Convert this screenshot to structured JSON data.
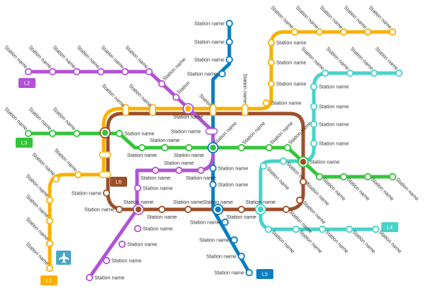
{
  "lines": [
    {
      "id": "L1",
      "label": "L1",
      "color": "#f9b000",
      "stations": [
        "Station name",
        "Station name",
        "Station name",
        "Station name",
        "Station name",
        "Station name",
        "Station name",
        "Station name",
        "Station",
        "Station name",
        "Station name",
        "Station name",
        "Station name",
        "Station name",
        "Station name",
        "Station name",
        "Station name",
        "Station name",
        "Station name"
      ]
    },
    {
      "id": "L2",
      "label": "L2",
      "color": "#b352d4",
      "stations": [
        "Station name",
        "Station name",
        "Station name",
        "Station name",
        "Station name",
        "Station name",
        "Station name",
        "Station",
        "Station name",
        "Station name",
        "Station name",
        "Station name",
        "Station name",
        "Station name",
        "Station name",
        "Station name"
      ]
    },
    {
      "id": "L3",
      "label": "L3",
      "color": "#34c43b",
      "stations": [
        "Station name",
        "Station name",
        "Station name",
        "Station name",
        "Station name",
        "Station name",
        "Station name",
        "Station name",
        "Station name",
        "Station name",
        "Station name",
        "Station name",
        "Station name",
        "Station name"
      ]
    },
    {
      "id": "L4",
      "label": "L4",
      "color": "#47d3c8",
      "stations": [
        "Station name",
        "Station name",
        "Station name",
        "Station name",
        "Station name",
        "Station name",
        "Station name",
        "Station name",
        "Station name",
        "Station name",
        "Station name",
        "Station name",
        "Station name",
        "Station name",
        "Station name"
      ]
    },
    {
      "id": "L5",
      "label": "L5",
      "color": "#0b7dc1",
      "stations": [
        "Station name",
        "Station name",
        "Station name",
        "Station name",
        "Station name",
        "Station name",
        "Station name",
        "Station name",
        "Station name",
        "Station name"
      ]
    },
    {
      "id": "L6",
      "label": "L6",
      "color": "#9c5029",
      "stations": [
        "Station name",
        "Station name",
        "Station name",
        "Station name",
        "Station name",
        "Station name",
        "Station name",
        "Station name"
      ]
    }
  ],
  "interchanges": [
    "Station name",
    "Station name",
    "Station name",
    "Station name",
    "Station name",
    "Station name",
    "Station name"
  ],
  "transfer_labels": [
    "Station name"
  ],
  "icons": {
    "airport": "airplane-icon"
  }
}
